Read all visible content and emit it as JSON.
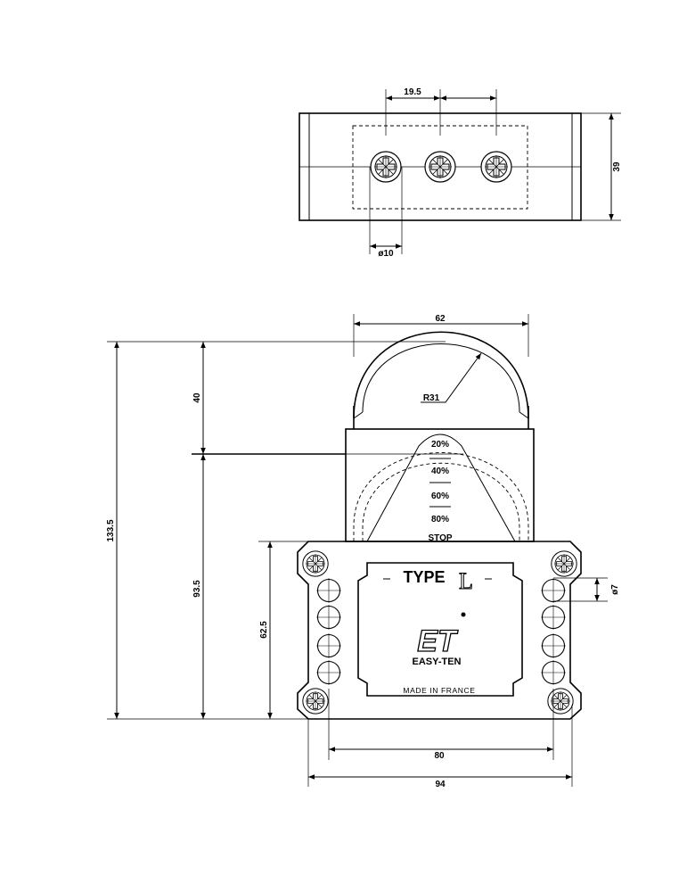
{
  "top_view": {
    "dim_spacing": "19.5",
    "dim_height": "39",
    "dim_hole": "ø10"
  },
  "front_view": {
    "dim_width_top": "62",
    "dim_radius": "R31",
    "dim_shackle_height": "40",
    "dim_total_height": "133.5",
    "dim_body_height": "93.5",
    "dim_plate_height": "62.5",
    "dim_hole": "ø7",
    "dim_hole_spacing": "80",
    "dim_plate_width": "94"
  },
  "gauge": {
    "levels": [
      "20%",
      "40%",
      "60%",
      "80%"
    ],
    "stop_label": "STOP"
  },
  "nameplate": {
    "type_label": "TYPE",
    "type_letter": "L",
    "logo_text": "ET",
    "brand": "EASY-TEN",
    "made_in": "MADE IN FRANCE"
  }
}
